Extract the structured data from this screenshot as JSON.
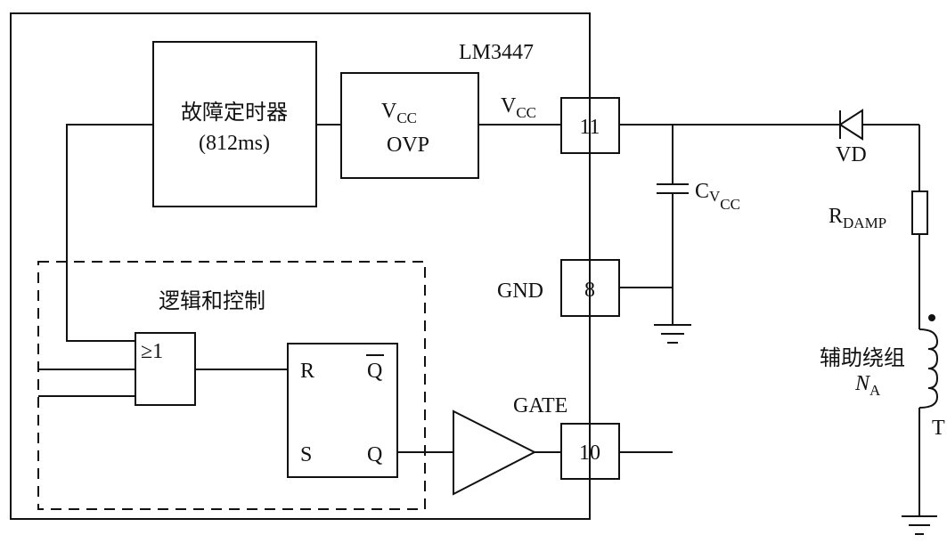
{
  "chip": {
    "name": "LM3447"
  },
  "blocks": {
    "fault_timer": {
      "title": "故障定时器",
      "time": "(812ms)"
    },
    "ovp": {
      "line1_main": "V",
      "line1_sub": "CC",
      "line2": "OVP"
    },
    "logic": {
      "title": "逻辑和控制"
    },
    "or_gate": {
      "label": "≥1"
    },
    "flipflop": {
      "r": "R",
      "qbar": "Q",
      "s": "S",
      "q": "Q"
    }
  },
  "pins": [
    {
      "number": "11",
      "name_main": "V",
      "name_sub": "CC"
    },
    {
      "number": "8",
      "name": "GND"
    },
    {
      "number": "10",
      "name": "GATE"
    }
  ],
  "external": {
    "diode": "VD",
    "capacitor": {
      "main": "C",
      "sub1": "V",
      "sub2": "CC"
    },
    "resistor": {
      "main": "R",
      "sub": "DAMP"
    },
    "winding": {
      "title": "辅助绕组",
      "main": "N",
      "sub": "A"
    },
    "transformer": "T"
  }
}
